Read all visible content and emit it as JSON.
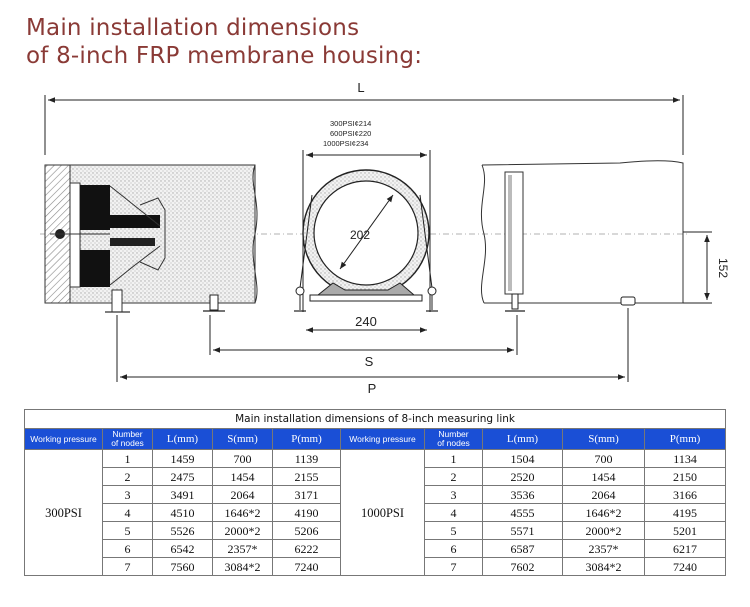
{
  "heading": {
    "line1": "Main installation dimensions",
    "line2": "of 8-inch FRP membrane housing:"
  },
  "drawing": {
    "dim_L": "L",
    "dim_S": "S",
    "dim_P": "P",
    "diameter": "202",
    "base_width": "240",
    "height_152": "152",
    "pressure_notes": [
      "300PSI¢214",
      "600PSI¢220",
      "1000PSI¢234"
    ]
  },
  "table": {
    "title": "Main installation dimensions of 8-inch measuring link",
    "headers": {
      "working_pressure": "Working pressure",
      "nodes_line1": "Number",
      "nodes_line2": "of nodes",
      "L": "L(mm)",
      "S": "S(mm)",
      "P": "P(mm)"
    },
    "groups": [
      {
        "pressure": "300PSI",
        "rows": [
          {
            "n": "1",
            "L": "1459",
            "S": "700",
            "P": "1139"
          },
          {
            "n": "2",
            "L": "2475",
            "S": "1454",
            "P": "2155"
          },
          {
            "n": "3",
            "L": "3491",
            "S": "2064",
            "P": "3171"
          },
          {
            "n": "4",
            "L": "4510",
            "S": "1646*2",
            "P": "4190"
          },
          {
            "n": "5",
            "L": "5526",
            "S": "2000*2",
            "P": "5206"
          },
          {
            "n": "6",
            "L": "6542",
            "S": "2357*",
            "P": "6222"
          },
          {
            "n": "7",
            "L": "7560",
            "S": "3084*2",
            "P": "7240"
          }
        ]
      },
      {
        "pressure": "1000PSI",
        "rows": [
          {
            "n": "1",
            "L": "1504",
            "S": "700",
            "P": "1134"
          },
          {
            "n": "2",
            "L": "2520",
            "S": "1454",
            "P": "2150"
          },
          {
            "n": "3",
            "L": "3536",
            "S": "2064",
            "P": "3166"
          },
          {
            "n": "4",
            "L": "4555",
            "S": "1646*2",
            "P": "4195"
          },
          {
            "n": "5",
            "L": "5571",
            "S": "2000*2",
            "P": "5201"
          },
          {
            "n": "6",
            "L": "6587",
            "S": "2357*",
            "P": "6217"
          },
          {
            "n": "7",
            "L": "7602",
            "S": "3084*2",
            "P": "7240"
          }
        ]
      }
    ]
  }
}
